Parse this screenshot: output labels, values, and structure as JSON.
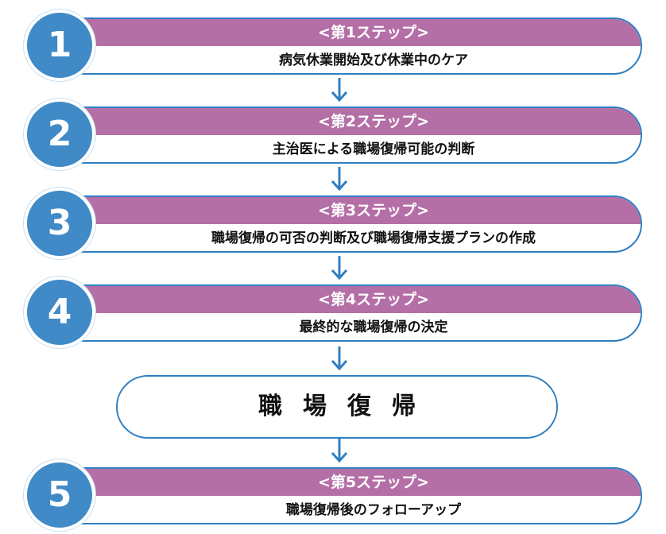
{
  "steps": [
    {
      "number": "1",
      "title": "<第1ステップ>",
      "text": "病気休業開始及び休業中のケア"
    },
    {
      "number": "2",
      "title": "<第2ステップ>",
      "text": "主治医による職場復帰可能の判断"
    },
    {
      "number": "3",
      "title": "<第3ステップ>",
      "text": "職場復帰の可否の判断及び職場復帰支援プランの作成"
    },
    {
      "number": "4",
      "title": "<第4ステップ>",
      "text": "最終的な職場復帰の決定"
    },
    {
      "number": "5",
      "title": "<第5ステップ>",
      "text": "職場復帰後のフォローアップ"
    }
  ],
  "return_label": "職場復帰",
  "colors": {
    "accent": "#2f7fc1",
    "header": "#b56fa7",
    "circle": "#3f8ac7"
  }
}
